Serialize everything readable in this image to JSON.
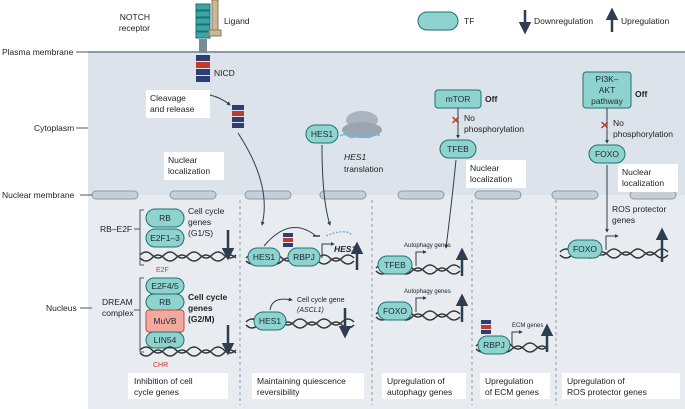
{
  "legend": {
    "tf": "TF",
    "downregulation": "Downregulation",
    "upregulation": "Upregulation"
  },
  "regions": {
    "plasma_membrane": "Plasma membrane",
    "cytoplasm": "Cytoplasm",
    "nuclear_membrane": "Nuclear membrane",
    "nucleus": "Nucleus"
  },
  "receptor": {
    "notch": "NOTCH",
    "receptor": "receptor",
    "ligand": "Ligand",
    "nicd": "NICD",
    "cleavage_1": "Cleavage",
    "cleavage_2": "and release",
    "nuc_loc_1": "Nuclear",
    "nuc_loc_2": "localization"
  },
  "hes1_translation": {
    "hes1": "HES1",
    "label_1": "HES1",
    "label_2": "translation"
  },
  "mtor": {
    "mtor": "mTOR",
    "off": "Off",
    "nophos_1": "No",
    "nophos_2": "phosphorylation",
    "tfeb": "TFEB",
    "nuc_loc_1": "Nuclear",
    "nuc_loc_2": "localization"
  },
  "pi3k": {
    "line1": "PI3K–",
    "line2": "AKT",
    "line3": "pathway",
    "off": "Off",
    "nophos_1": "No",
    "nophos_2": "phosphorylation",
    "foxo": "FOXO",
    "nuc_loc_1": "Nuclear",
    "nuc_loc_2": "localization"
  },
  "rb_e2f": {
    "side": "RB–E2F",
    "rb": "RB",
    "e2f13": "E2F1–3",
    "e2f": "E2F",
    "genes_1": "Cell cycle",
    "genes_2": "genes",
    "genes_3": "(G1/S)"
  },
  "dream": {
    "side_1": "DREAM",
    "side_2": "complex",
    "e2f45": "E2F4/5",
    "rb": "RB",
    "muvb": "MuVB",
    "lin54": "LIN54",
    "chr": "CHR",
    "genes_1": "Cell cycle",
    "genes_2": "genes",
    "genes_3": "(G2/M)"
  },
  "quiescence": {
    "hes1_a": "HES1",
    "rbpj": "RBPJ",
    "hes1_gene": "HES1",
    "hes1_b": "HES1",
    "cc_gene": "Cell cycle gene",
    "ascl1": "(ASCL1)"
  },
  "autophagy": {
    "tfeb": "TFEB",
    "foxo": "FOXO",
    "genes_a": "Autophagy genes",
    "genes_b": "Autophagy genes"
  },
  "ecm": {
    "rbpj": "RBPJ",
    "genes": "ECM genes"
  },
  "ros": {
    "foxo": "FOXO",
    "genes_1": "ROS protector",
    "genes_2": "genes"
  },
  "captions": {
    "c1_1": "Inhibition of cell",
    "c1_2": "cycle genes",
    "c2_1": "Maintaining quiescence",
    "c2_2": "reversibility",
    "c3_1": "Upregulation of",
    "c3_2": "autophagy genes",
    "c4_1": "Upregulation",
    "c4_2": "of ECM genes",
    "c5_1": "Upregulation of",
    "c5_2": "ROS protector genes"
  },
  "colors": {
    "tf_fill": "#8fd3cf",
    "tf_stroke": "#1f6f73",
    "arrow": "#2c3e50",
    "cytoplasm": "#dde3ea",
    "nucleus": "#e8ecf1",
    "muvb": "#f4a9a0",
    "red": "#c0392b"
  }
}
